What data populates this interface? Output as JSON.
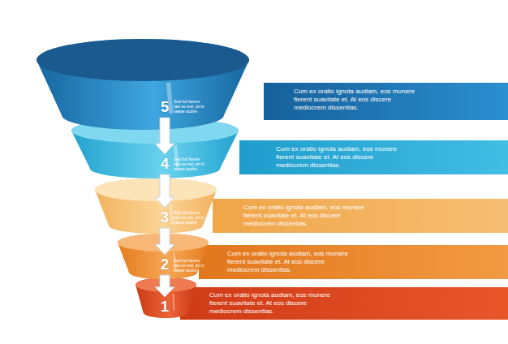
{
  "diagram": {
    "nodes": [
      {
        "text": [
          "5",
          "Sed fuit fames tale ex mel, pri in saepe audire"
        ]
      },
      {
        "text": [
          "Cum ex oratio ignota audiam, eos munere fierent suavitate et. At eos discere mediocrem dissentias."
        ]
      },
      {
        "text": [
          "4",
          "Sed fuit fames tale ex mel, pri in saepe audire"
        ]
      },
      {
        "text": [
          "Cum ex oratio ignota audiam, eos munere fierent suavitate et. At eos discere mediocrem dissentias."
        ]
      },
      {
        "text": [
          "3",
          "Sed fuit fames tale ex mel, pri in saepe audire"
        ]
      },
      {
        "text": [
          "Cum ex oratio ignota audiam, eos munere fierent suavitate et. At eos discere mediocrem dissentias."
        ]
      },
      {
        "text": [
          "2",
          "Sed fuit fames tale ex mel, pri in saepe audire"
        ]
      },
      {
        "text": [
          "Cum ex oratio ignota audiam, eos munere fierent suavitate et. At eos discere mediocrem dissentias."
        ]
      },
      {
        "text": [
          "1"
        ]
      },
      {
        "text": [
          "Cum ex oratio ignota audiam, eos munere fierent suavitate et. At eos discere mediocrem dissentias."
        ]
      }
    ],
    "edges": [
      {
        "from": 0,
        "to": 2,
        "arrow": "to"
      },
      {
        "from": 2,
        "to": 4,
        "arrow": "to"
      },
      {
        "from": 4,
        "to": 6,
        "arrow": "to"
      },
      {
        "from": 6,
        "to": 8,
        "arrow": "to"
      }
    ]
  }
}
